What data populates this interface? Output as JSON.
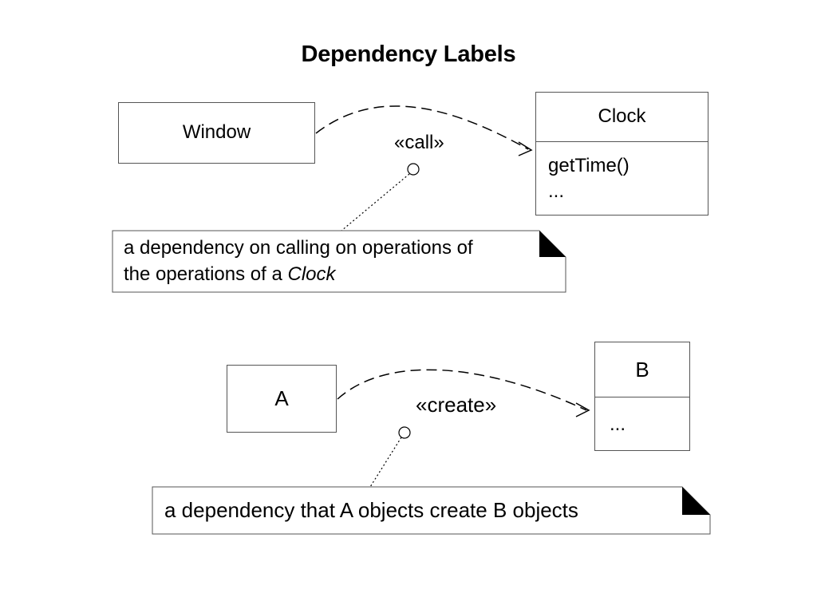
{
  "title": "Dependency Labels",
  "diagram1": {
    "source_class": "Window",
    "target_class": {
      "name": "Clock",
      "operations": [
        "getTime()",
        "..."
      ]
    },
    "stereotype": "«call»",
    "note": {
      "line1": "a dependency on calling on operations of",
      "line2_prefix": "the operations of a ",
      "line2_emphasis": "Clock"
    }
  },
  "diagram2": {
    "source_class": "A",
    "target_class": {
      "name": "B",
      "body": "..."
    },
    "stereotype": "«create»",
    "note": {
      "text": "a dependency that A objects create B objects"
    }
  }
}
